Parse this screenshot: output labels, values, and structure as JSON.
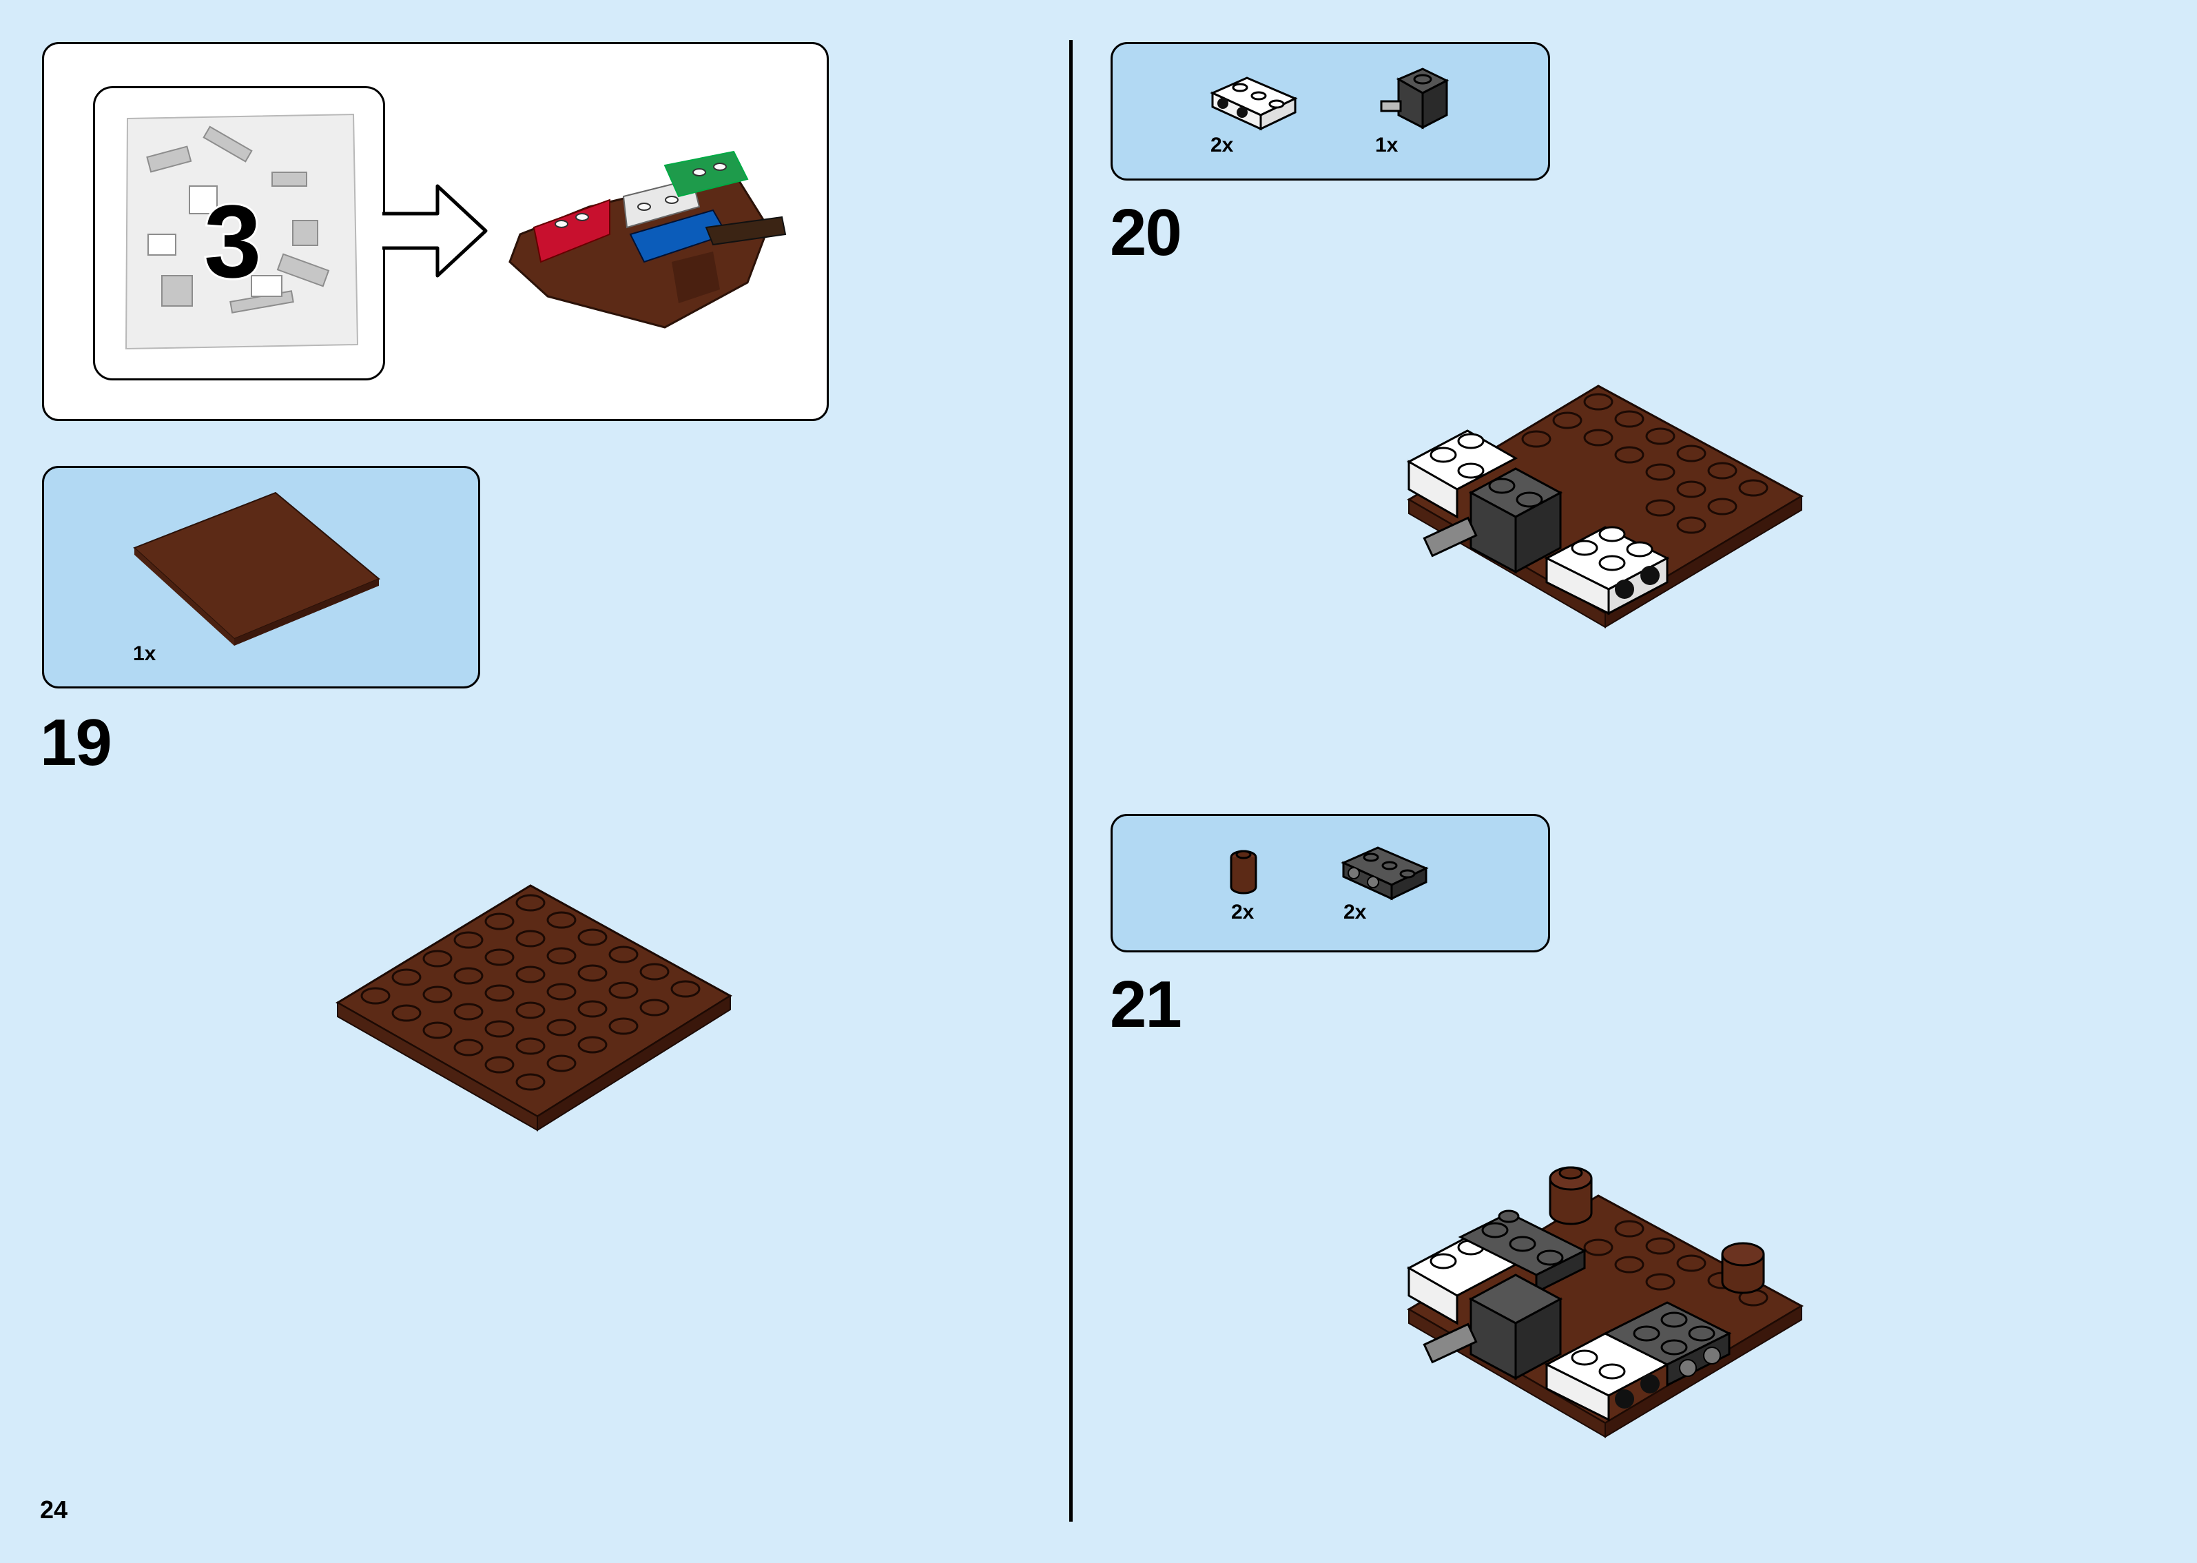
{
  "page": {
    "number": "24"
  },
  "bag": {
    "number": "3"
  },
  "steps": [
    {
      "number": "19",
      "parts": [
        {
          "qty": "1x",
          "icon": "brown-6x6-plate-icon"
        }
      ]
    },
    {
      "number": "20",
      "parts": [
        {
          "qty": "2x",
          "icon": "white-1x2-plate-with-side-studs-icon"
        },
        {
          "qty": "1x",
          "icon": "dark-gray-brick-with-pin-icon"
        }
      ]
    },
    {
      "number": "21",
      "parts": [
        {
          "qty": "2x",
          "icon": "brown-round-brick-icon"
        },
        {
          "qty": "2x",
          "icon": "dark-gray-1x2-plate-with-side-studs-icon"
        }
      ]
    }
  ],
  "colors": {
    "background": "#d5ebfa",
    "callout": "#b2d9f3",
    "reddish_brown": "#5c2a16",
    "dark_gray": "#3c3c3c",
    "white": "#ffffff"
  }
}
